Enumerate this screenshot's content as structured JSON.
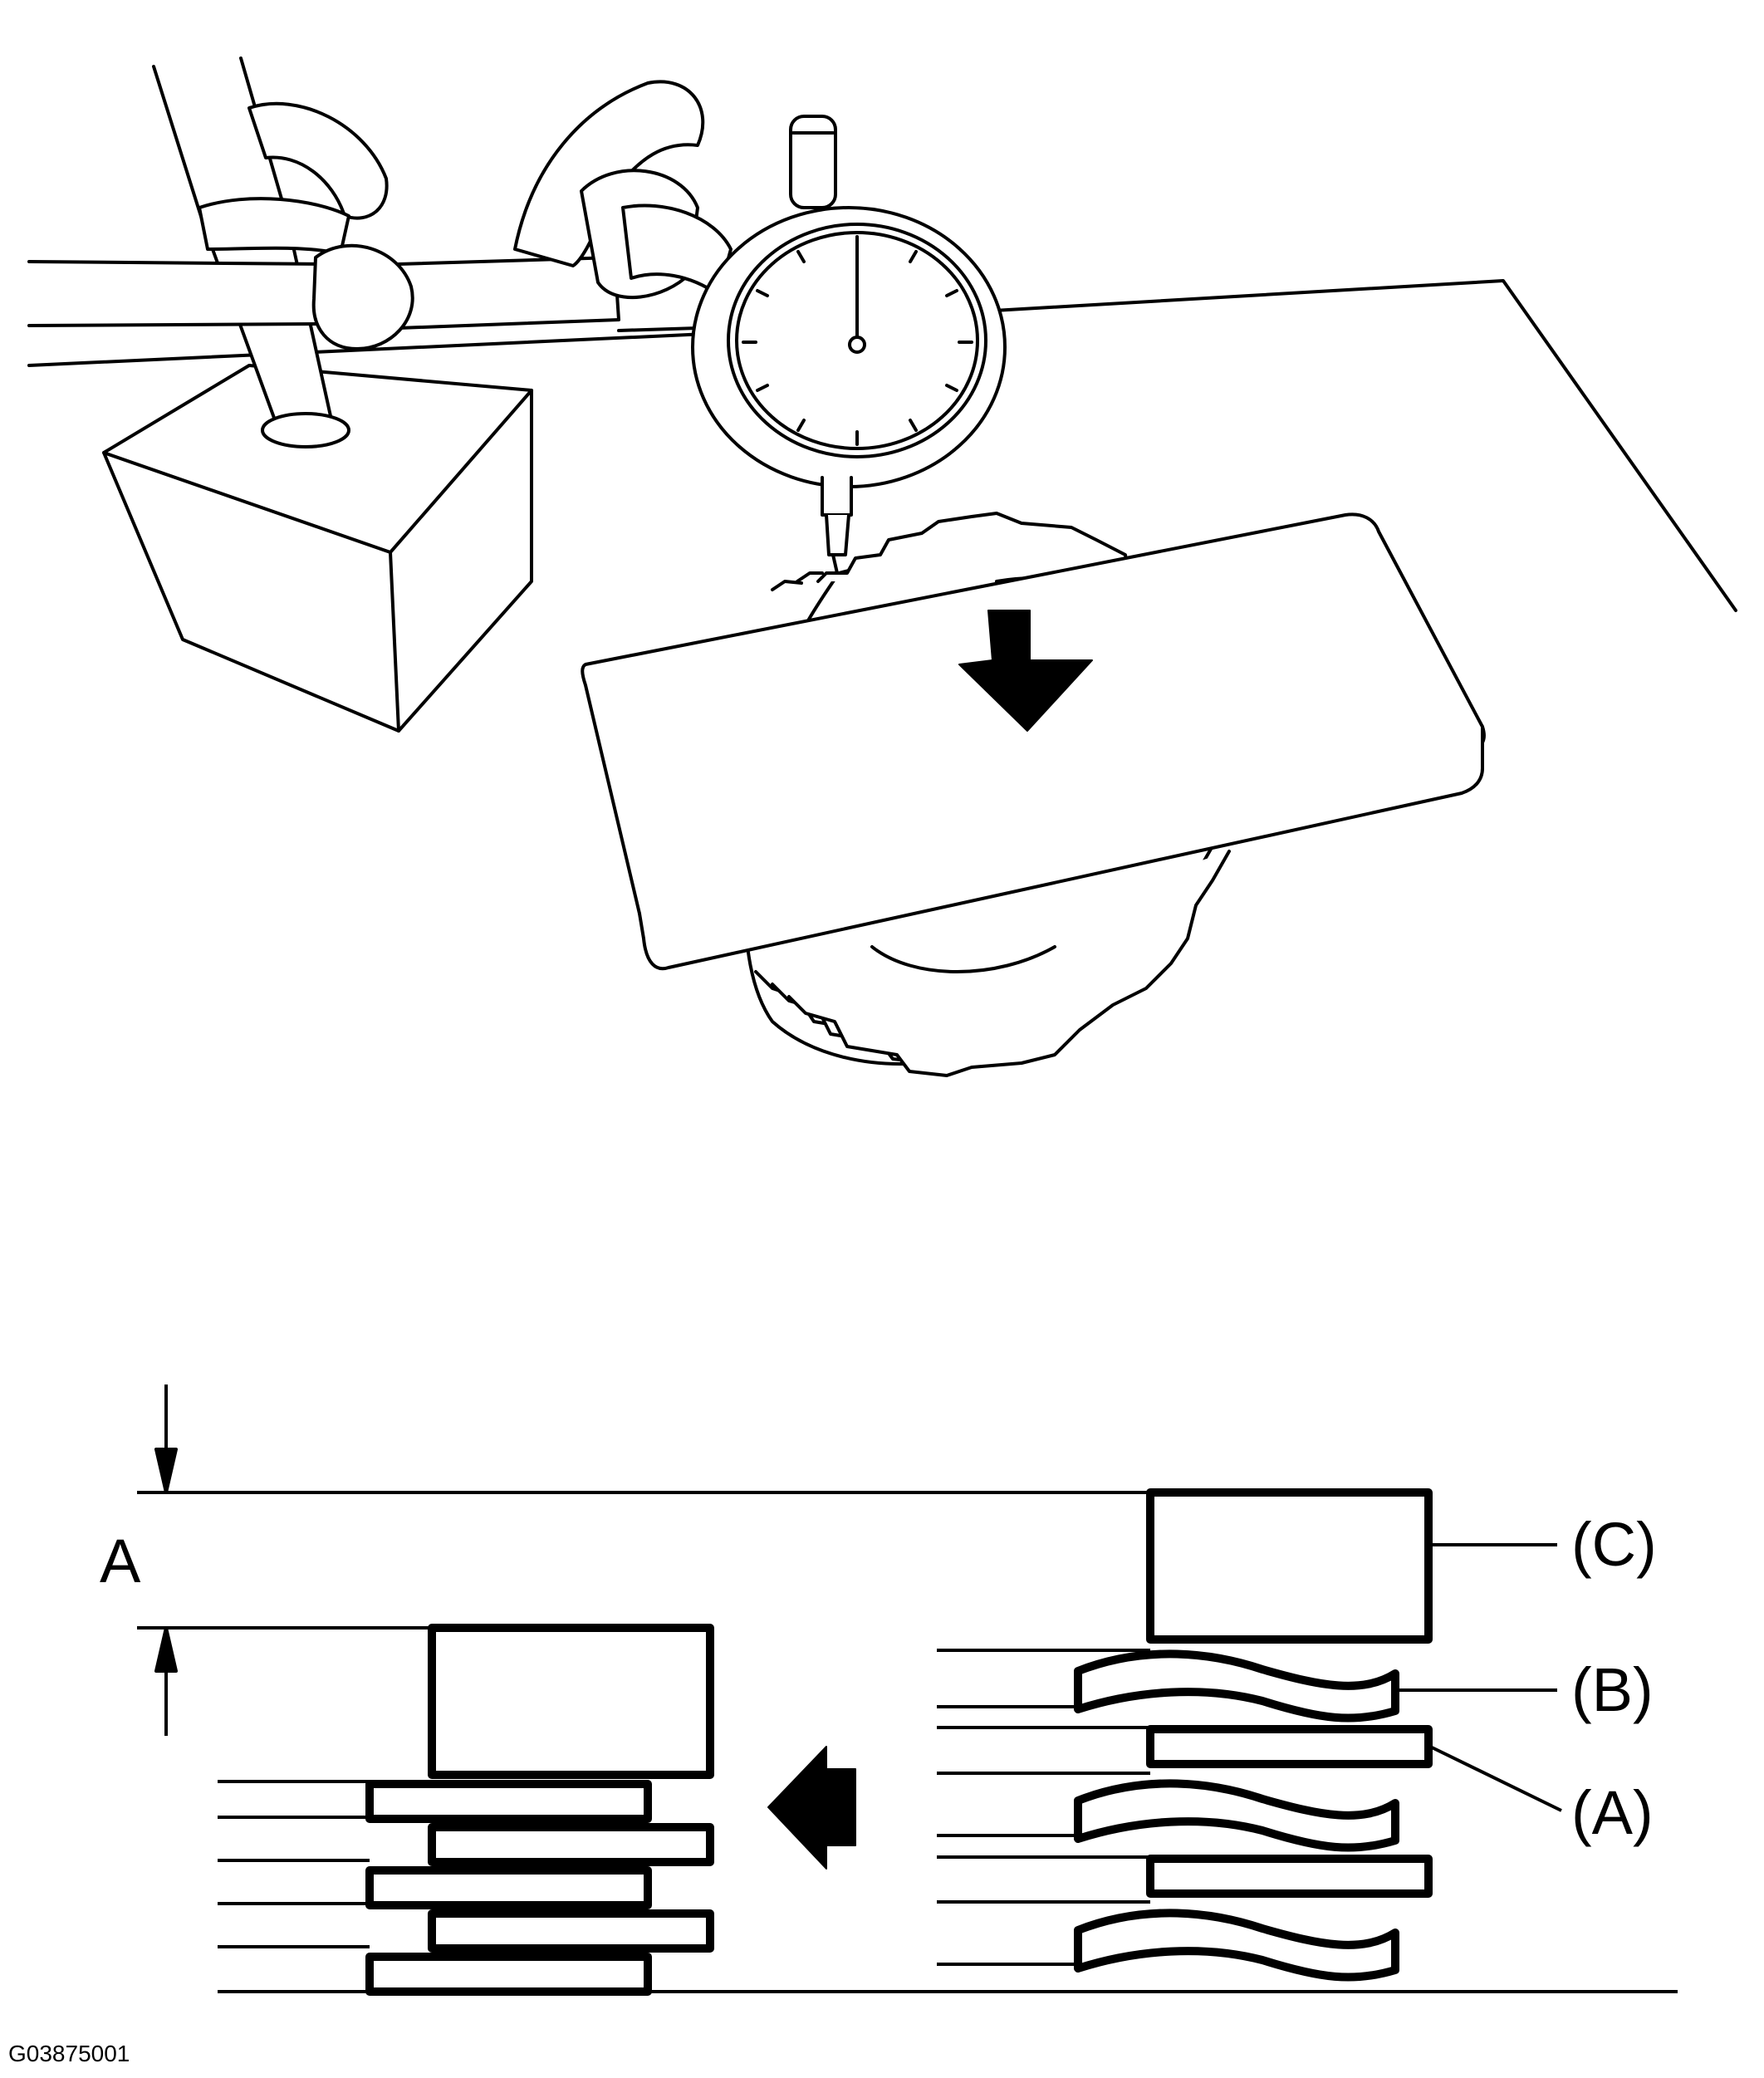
{
  "figure": {
    "dimension_label": "A",
    "callouts": {
      "c": "(C)",
      "b": "(B)",
      "a": "(A)"
    },
    "figure_code": "G03875001",
    "colors": {
      "ink": "#000000",
      "paper": "#ffffff"
    }
  }
}
